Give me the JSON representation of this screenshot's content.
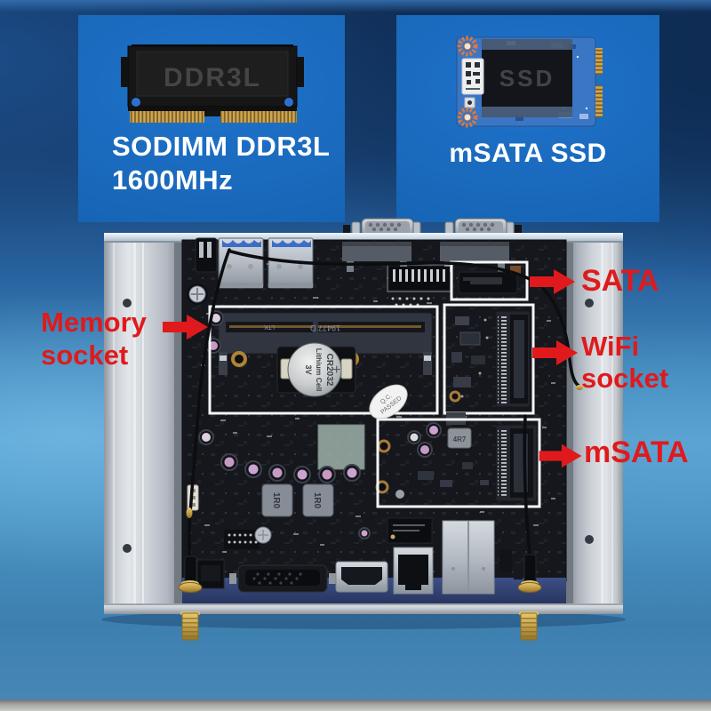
{
  "panels": {
    "ram": {
      "image_label": "DDR3L",
      "line1": "SODIMM DDR3L",
      "line2": "1600MHz"
    },
    "ssd": {
      "image_label": "SSD",
      "caption": "mSATA SSD"
    }
  },
  "annotations": {
    "memory": {
      "line1": "Memory",
      "line2": "socket"
    },
    "sata": {
      "label": "SATA"
    },
    "wifi": {
      "line1": "WiFi",
      "line2": "socket"
    },
    "msata": {
      "label": "mSATA"
    }
  },
  "board_text": {
    "battery_line1": "CR2032",
    "battery_line2": "Lithium Cell",
    "battery_line3": "3V",
    "battery_plus": "+",
    "sodimm_print": "19477 D",
    "sodimm_print_2": "LTK",
    "inductor_left": "1R0",
    "inductor_right": "1R0",
    "inductor_small": "4R7",
    "qc_line1": "Q.C.",
    "qc_line2": "PASSED"
  },
  "colors": {
    "accent_red": "#e01a1c",
    "panel_blue": "#1a6bc2",
    "text_white": "#ffffff"
  }
}
